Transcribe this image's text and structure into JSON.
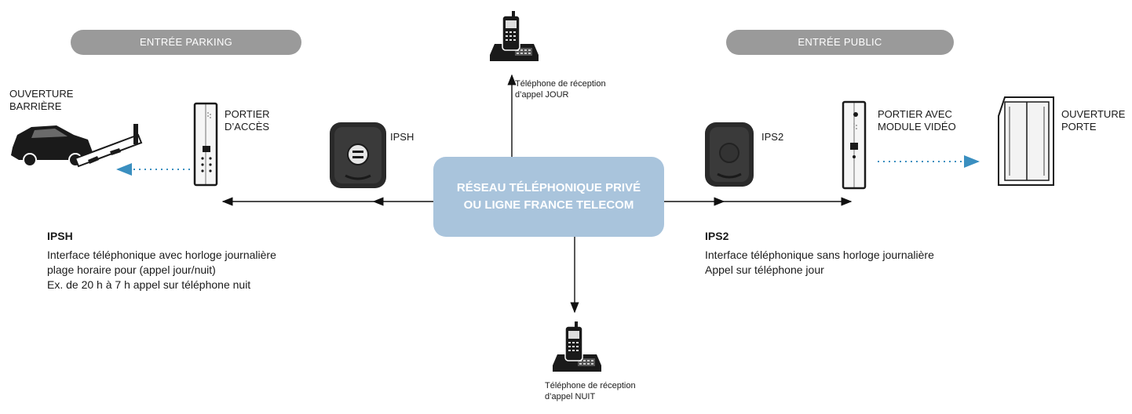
{
  "pills": {
    "parking": "ENTRÉE PARKING",
    "public": "ENTRÉE PUBLIC"
  },
  "hub": {
    "label": "RÉSEAU TÉLÉPHONIQUE PRIVÉ\nOU LIGNE FRANCE TELECOM"
  },
  "phones": {
    "day_label": "Téléphone de réception\nd’appel JOUR",
    "night_label": "Téléphone de réception\nd’appel NUIT"
  },
  "left": {
    "barrier_label": "OUVERTURE\nBARRIÈRE",
    "intercom_label": "PORTIER\nD’ACCÈS",
    "interface_label": "IPSH",
    "desc_title": "IPSH",
    "desc_lines": [
      "Interface téléphonique avec horloge journalière",
      "plage horaire pour (appel jour/nuit)",
      "Ex. de 20 h à 7 h appel sur téléphone nuit"
    ]
  },
  "right": {
    "interface_label": "IPS2",
    "intercom_label": "PORTIER AVEC\nMODULE VIDÉO",
    "door_label": "OUVERTURE\nPORTE",
    "desc_title": "IPS2",
    "desc_lines": [
      "Interface téléphonique sans horloge journalière",
      "Appel sur téléphone jour"
    ]
  },
  "colors": {
    "hub": "#a9c4dc",
    "pill": "#9a9a9a",
    "signal": "#3a8fc0",
    "device": "#222222"
  }
}
